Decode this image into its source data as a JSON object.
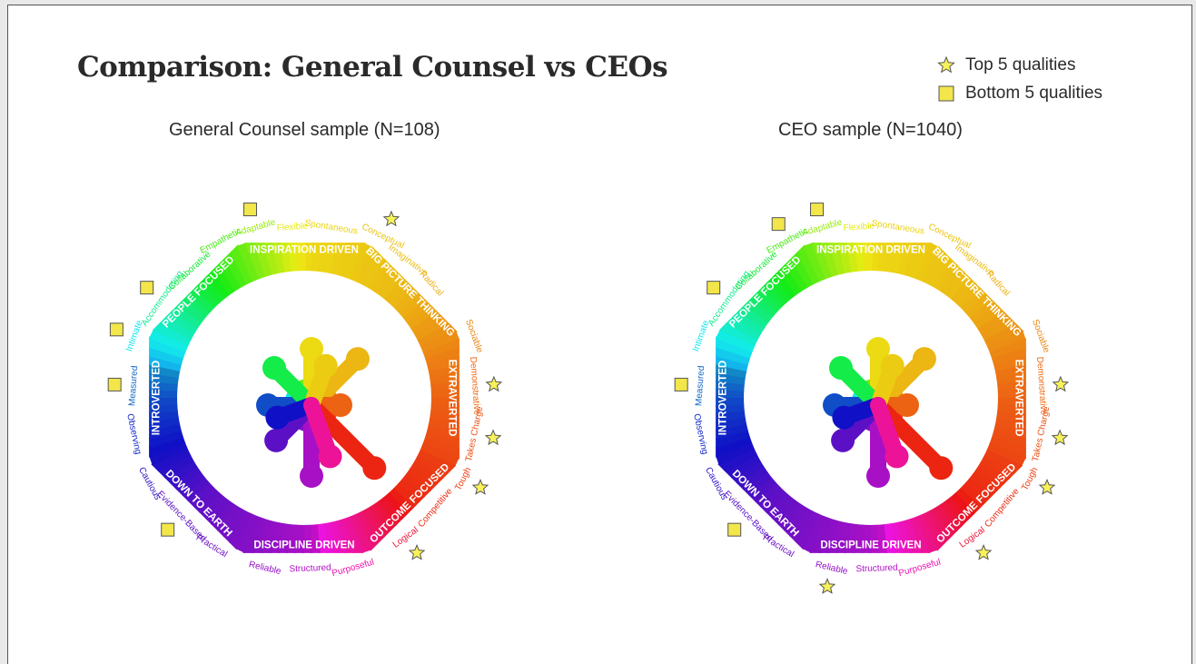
{
  "title": "Comparison: General Counsel vs CEOs",
  "legend": {
    "top_label": "Top 5 qualities",
    "bottom_label": "Bottom 5 qualities",
    "star_color": "#f7f25a",
    "square_color": "#f2e64a"
  },
  "segments": [
    "INSPIRATION DRIVEN",
    "BIG PICTURE THINKING",
    "EXTRAVERTED",
    "OUTCOME FOCUSED",
    "DISCIPLINE DRIVEN",
    "DOWN TO EARTH",
    "INTROVERTED",
    "PEOPLE FOCUSED"
  ],
  "qualities": [
    "Adaptable",
    "Flexible",
    "Spontaneous",
    "Conceptual",
    "Imaginative",
    "Radical",
    "Sociable",
    "Demonstrative",
    "Takes Charge",
    "Tough",
    "Competitive",
    "Logical",
    "Purposeful",
    "Structured",
    "Reliable",
    "Practical",
    "Evidence-Based",
    "Cautious",
    "Observing",
    "Measured",
    "Intimate",
    "Accommodating",
    "Collaborative",
    "Empathetic"
  ],
  "panels": [
    {
      "subtitle": "General Counsel sample (N=108)",
      "top5": [
        "Conceptual",
        "Demonstrative",
        "Takes Charge",
        "Tough",
        "Logical"
      ],
      "bottom5": [
        "Adaptable",
        "Accommodating",
        "Intimate",
        "Measured",
        "Evidence-Based"
      ]
    },
    {
      "subtitle": "CEO sample (N=1040)",
      "top5": [
        "Demonstrative",
        "Takes Charge",
        "Tough",
        "Logical",
        "Reliable"
      ],
      "bottom5": [
        "Adaptable",
        "Empathetic",
        "Accommodating",
        "Measured",
        "Evidence-Based"
      ]
    }
  ]
}
